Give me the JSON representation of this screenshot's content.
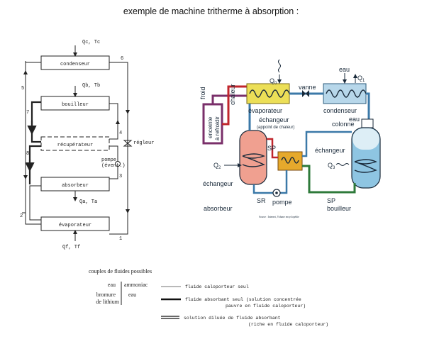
{
  "title": "exemple de machine tritherme à absorption :",
  "left_schematic": {
    "labels": {
      "qc_tc": "Qc, Tc",
      "qb_tb": "Qb, Tb",
      "qa_ta": "Qa, Ta",
      "qf_tf": "Qf, Tf",
      "regleur": "régleur",
      "pompe": "pompe",
      "event": "(évent.)"
    },
    "boxes": {
      "condenseur": "condenseur",
      "bouilleur": "bouilleur",
      "recuperateur": "récupérateur",
      "absorbeur": "absorbeur",
      "evaporateur": "évaporateur"
    },
    "points": {
      "p1": "1",
      "p2": "2",
      "p3": "3",
      "p4": "4",
      "p5": "5",
      "p6": "6",
      "p7": "7",
      "p8": "8"
    }
  },
  "right_diagram": {
    "labels": {
      "froid": "froid",
      "chaleur": "chaleur",
      "eau_top": "eau",
      "q0": "Q",
      "q0_sub": "0",
      "q1": "Q",
      "q1_sub": "1",
      "vanne": "vanne",
      "evaporateur": "évaporateur",
      "condenseur": "condenseur",
      "eau_right": "eau",
      "colonne": "colonne",
      "enceinte_line1": "enceinte",
      "enceinte_line2": "à refroidir",
      "echangeur_mid": "échangeur",
      "appoint": "(appoint de chaleur)",
      "sp_mid": "SP",
      "echangeur_right": "échangeur",
      "q2": "Q",
      "q2_sub": "2",
      "q3": "Q",
      "q3_sub": "3",
      "echangeur_left": "échangeur",
      "sr": "SR",
      "pompe": "pompe",
      "sp_right": "SP",
      "bouilleur": "bouilleur",
      "absorbeur": "absorbeur",
      "source": "Source : Internet, Volume encyclopédie"
    }
  },
  "legend": {
    "title": "couples de fluides possibles",
    "col1": [
      "eau",
      "bromure",
      "de lithium"
    ],
    "col2": [
      "ammoniac",
      "eau"
    ],
    "line1": "fluide caloporteur seul",
    "line2a": "fluide absorbant seul (solution concentrée",
    "line2b": "pauvre en fluide caloporteur)",
    "line3a": "solution diluée de fluide absorbant",
    "line3b": "(riche en fluide caloporteur)"
  },
  "colors": {
    "left_schematic_ink": "#222222",
    "enceinte_border": "#7a2f6a",
    "chaleur_pipe": "#c0262c",
    "water_pipe": "#3b79a8",
    "green_pipe": "#2e7a3a",
    "evaporateur_box": "#ecdf57",
    "condenseur_box": "#b7d7ea",
    "echangeur_mid_box": "#e6a92c",
    "absorbeur_fill": "#f0a090",
    "bouilleur_fill": "#8ec5e2",
    "label_text": "#1a2a3a"
  },
  "icons": [
    "arrow-icon",
    "valve-icon",
    "pump-icon",
    "coil-icon",
    "wavy-heat-icon"
  ]
}
